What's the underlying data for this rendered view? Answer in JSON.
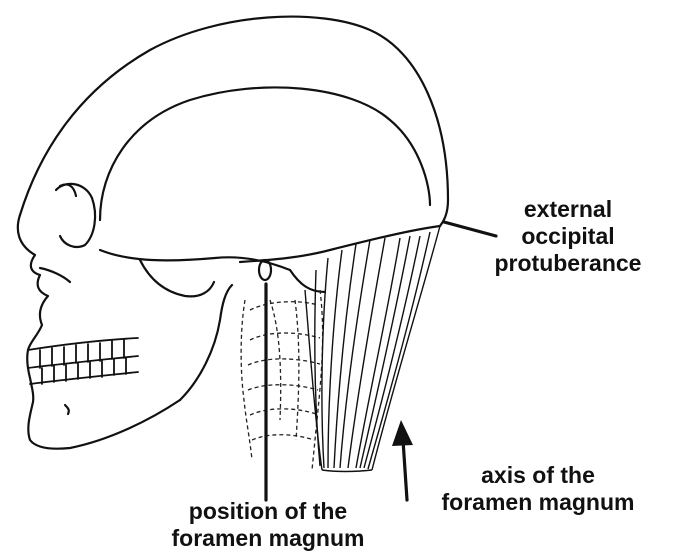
{
  "labels": {
    "external_occipital_protuberance": [
      "external",
      "occipital",
      "protuberance"
    ],
    "position_of_foramen_magnum": [
      "position of the",
      "foramen magnum"
    ],
    "axis_of_foramen_magnum": [
      "axis of the",
      "foramen magnum"
    ]
  },
  "colors": {
    "ink": "#111111",
    "background": "#ffffff"
  }
}
